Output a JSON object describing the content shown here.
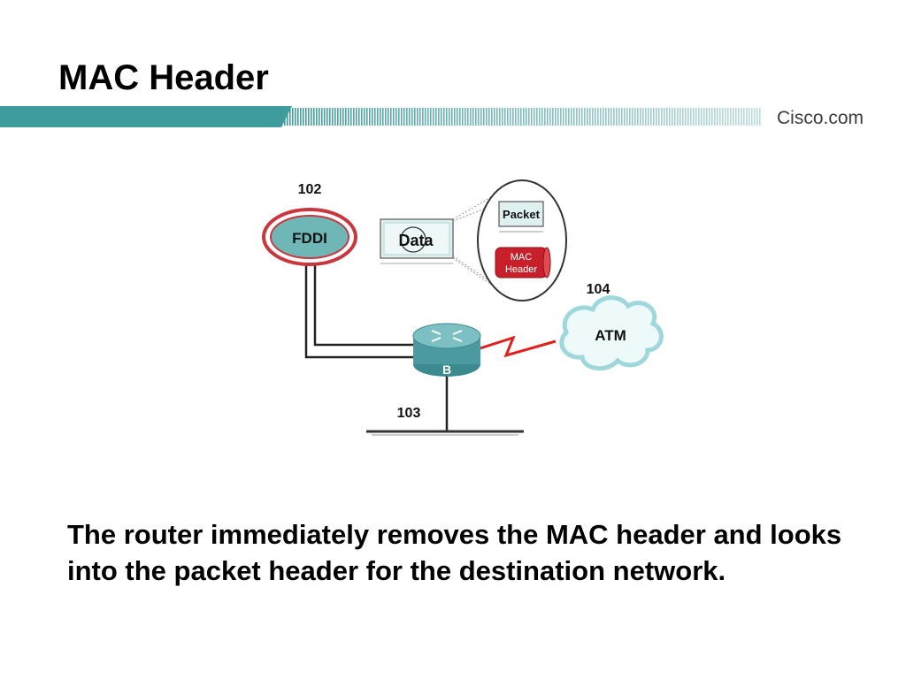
{
  "slide": {
    "title": "MAC Header",
    "brand": "Cisco.com",
    "caption": "The router immediately removes the MAC header and looks into the packet header for the destination network."
  },
  "diagram": {
    "fddi": {
      "number": "102",
      "label": "FDDI"
    },
    "atm": {
      "number": "104",
      "label": "ATM"
    },
    "lan": {
      "number": "103"
    },
    "router": {
      "label": "B"
    },
    "data_box": {
      "label": "Data"
    },
    "packet": {
      "label": "Packet"
    },
    "mac_header": {
      "line1": "MAC",
      "line2": "Header"
    }
  },
  "colors": {
    "band_teal": "#3f9c9c",
    "fddi_ring": "#c9363d",
    "fddi_fill": "#6fb7b7",
    "router_teal": "#4a9aa0",
    "wan_red": "#e0201c",
    "atm_cloud": "#9ed7dc",
    "mac_red": "#c8202a"
  }
}
